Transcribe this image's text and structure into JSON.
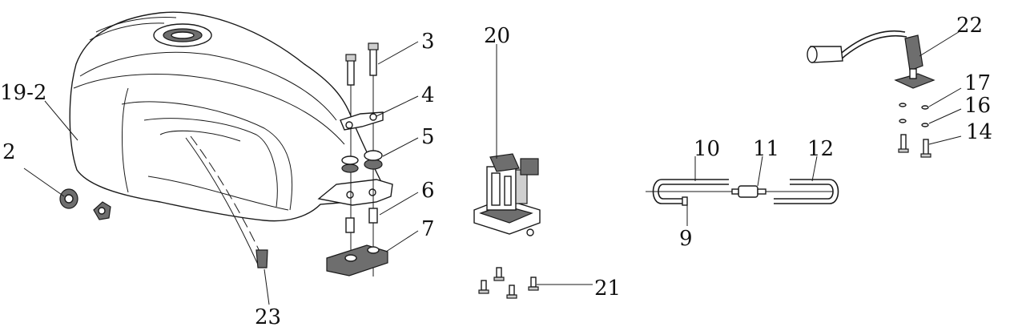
{
  "callouts": {
    "c2": "2",
    "c19_2": "19-2",
    "c3": "3",
    "c4": "4",
    "c5": "5",
    "c6": "6",
    "c7": "7",
    "c23": "23",
    "c20": "20",
    "c21": "21",
    "c10": "10",
    "c11": "11",
    "c12": "12",
    "c9": "9",
    "c22": "22",
    "c17": "17",
    "c16": "16",
    "c14": "14"
  }
}
